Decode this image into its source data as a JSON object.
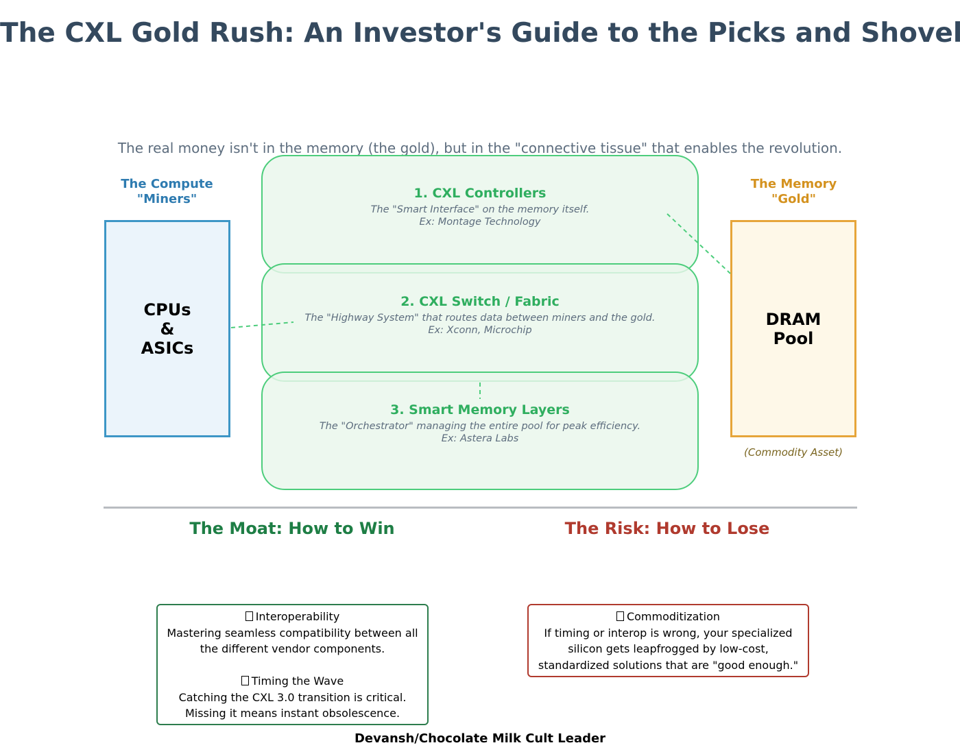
{
  "title": "The CXL Gold Rush: An Investor's Guide to the Picks and Shovels",
  "subtitle": "The real money isn't in the memory (the gold), but in the \"connective tissue\" that enables the revolution.",
  "compute": {
    "label_line1": "The Compute",
    "label_line2": "\"Miners\"",
    "box_text": "CPUs\n&\nASICs"
  },
  "memory": {
    "label_line1": "The Memory",
    "label_line2": "\"Gold\"",
    "box_text": "DRAM\nPool",
    "note": "(Commodity Asset)"
  },
  "layers": [
    {
      "title": "1. CXL Controllers",
      "desc": "The \"Smart Interface\" on the memory itself.",
      "example": "Ex: Montage Technology"
    },
    {
      "title": "2. CXL Switch / Fabric",
      "desc": "The \"Highway System\" that routes data between miners and the gold.",
      "example": "Ex: Xconn, Microchip"
    },
    {
      "title": "3. Smart Memory Layers",
      "desc": "The \"Orchestrator\" managing the entire pool for peak efficiency.",
      "example": "Ex: Astera Labs"
    }
  ],
  "moat": {
    "heading": "The Moat: How to Win",
    "items": [
      {
        "title": "Interoperability",
        "lines": [
          "Mastering seamless compatibility between all",
          "the different vendor components."
        ]
      },
      {
        "title": "Timing the Wave",
        "lines": [
          "Catching the CXL 3.0 transition is critical.",
          "Missing it means instant obsolescence."
        ]
      }
    ]
  },
  "risk": {
    "heading": "The Risk: How to Lose",
    "items": [
      {
        "title": "Commoditization",
        "lines": [
          "If timing or interop is wrong, your specialized",
          "silicon gets leapfrogged by low-cost,",
          "standardized solutions that are \"good enough.\""
        ]
      }
    ]
  },
  "credit": "Devansh/Chocolate Milk Cult Leader",
  "colors": {
    "title": "#34495e",
    "compute_accent": "#3d96c6",
    "memory_accent": "#e6a53a",
    "layer_accent": "#4dcd7c",
    "moat": "#1e7e45",
    "risk": "#b03a2e"
  }
}
